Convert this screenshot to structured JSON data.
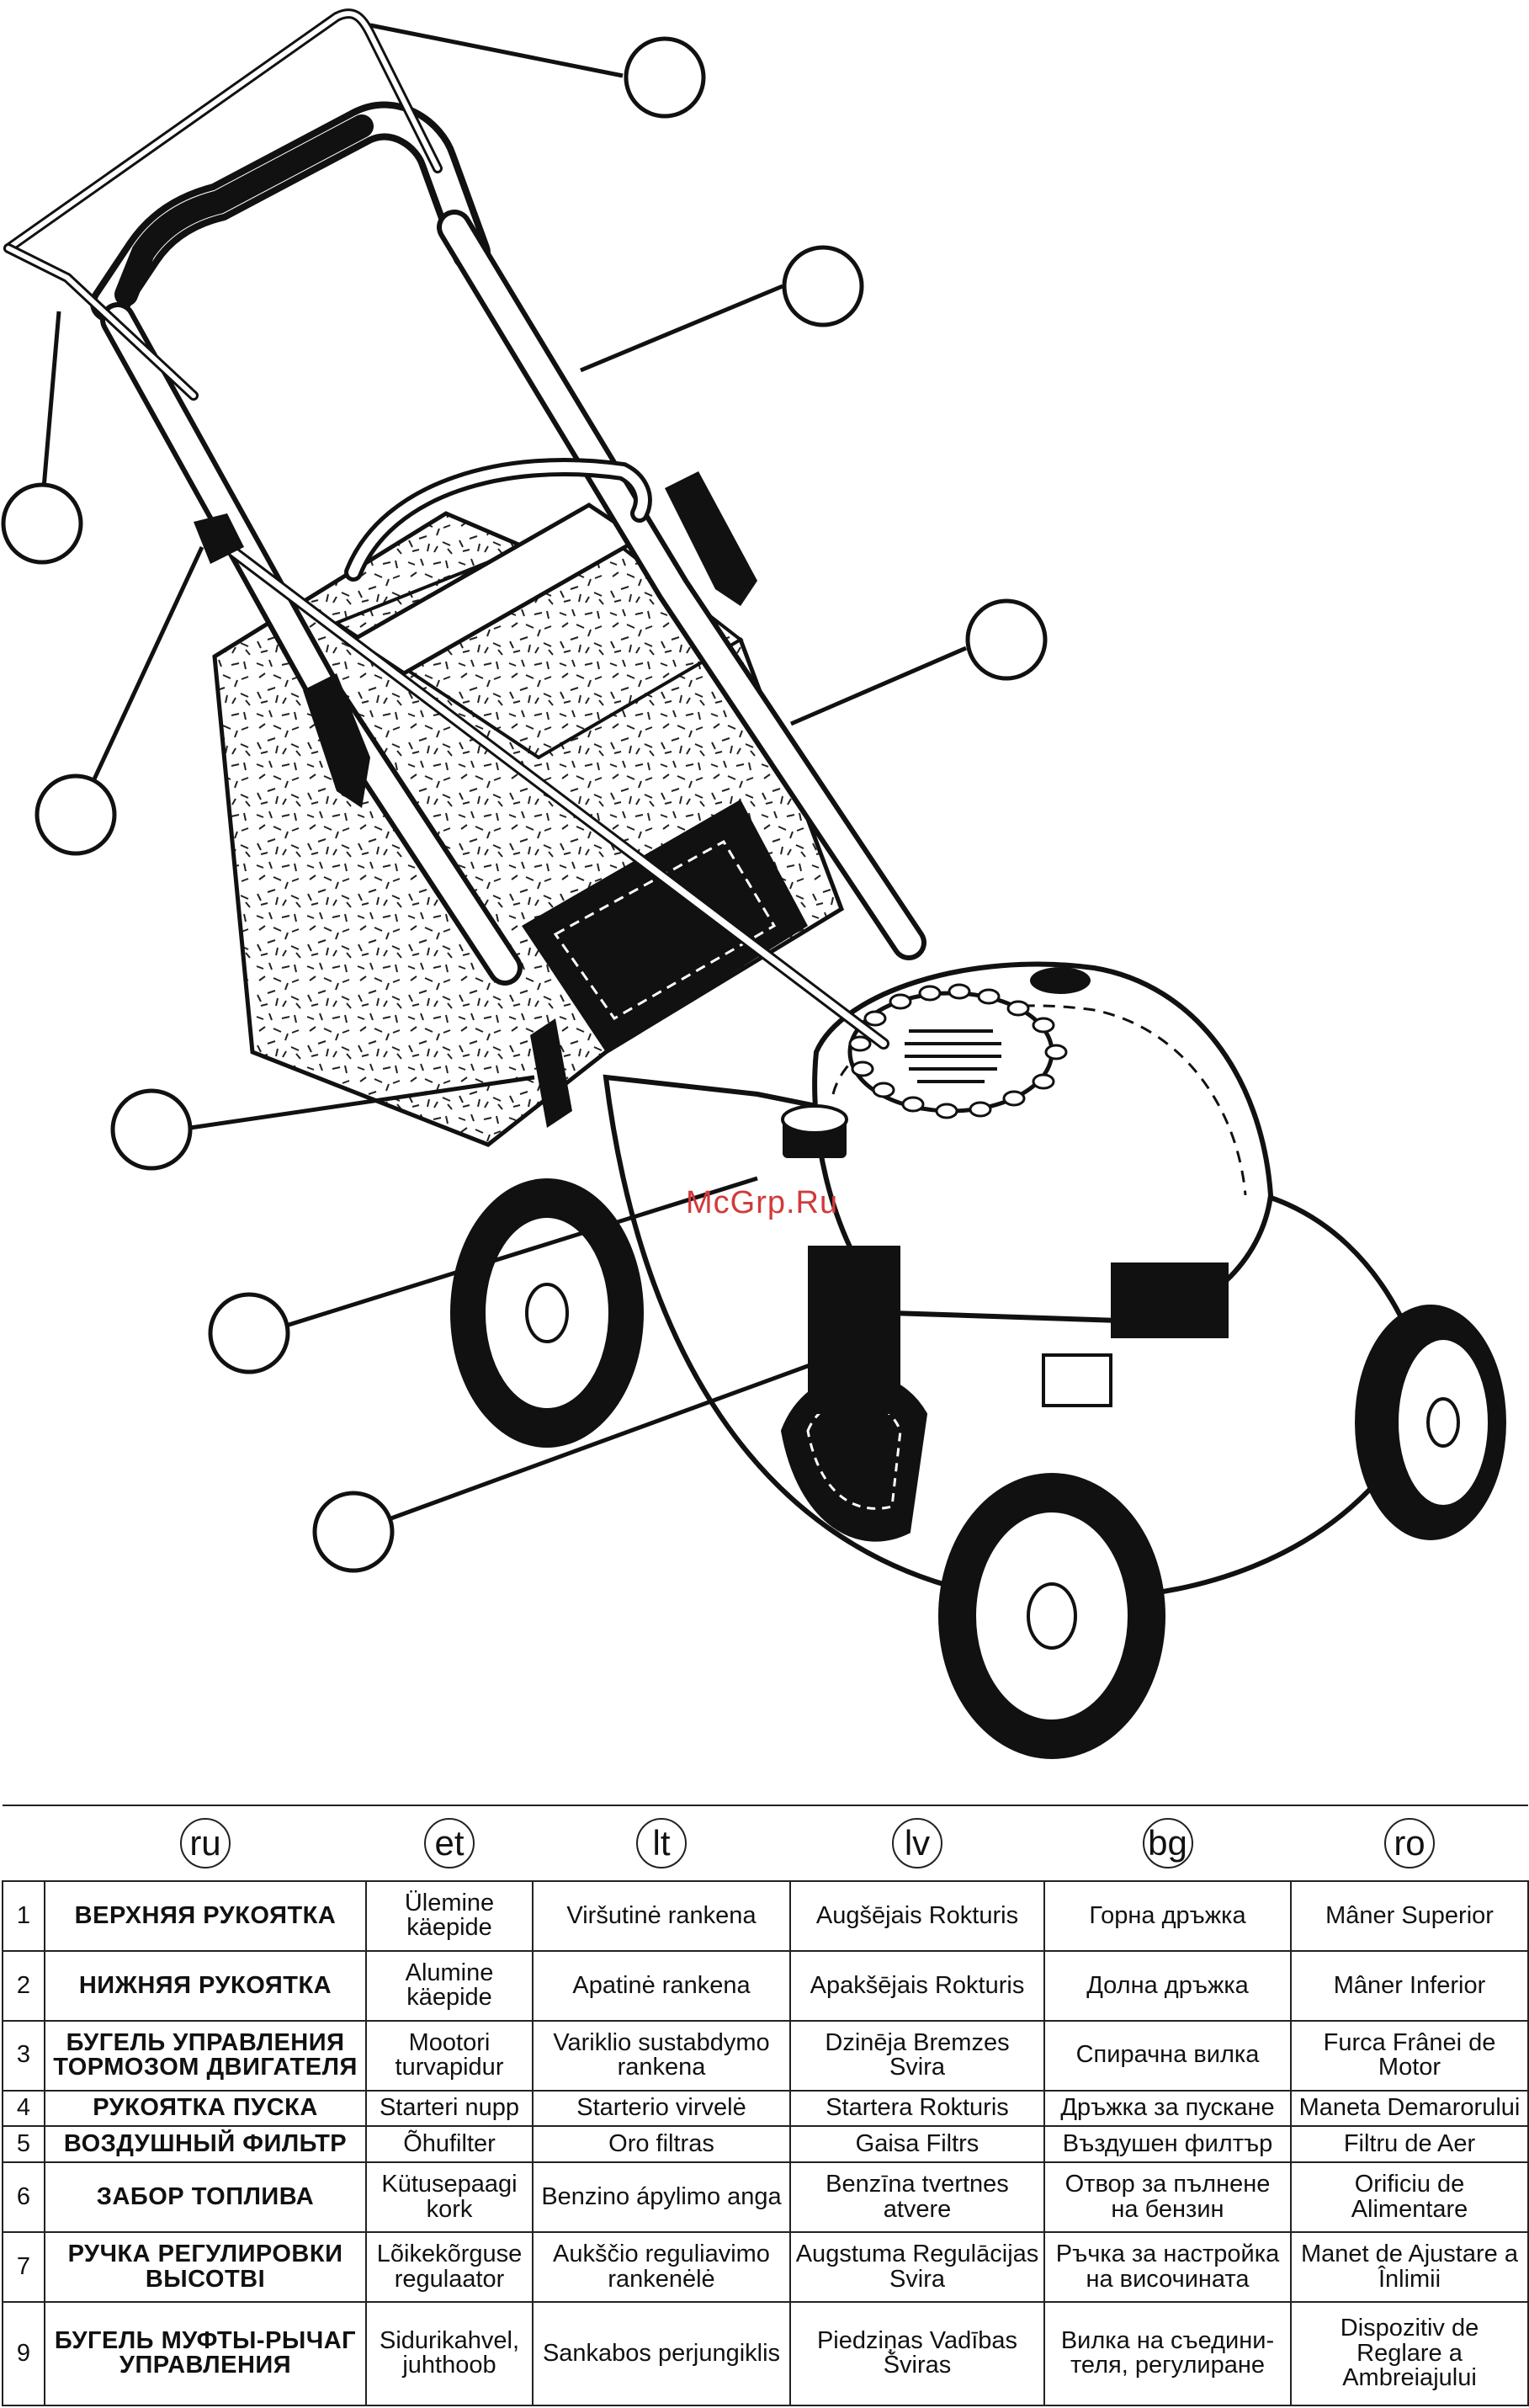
{
  "watermark": "McGrp.Ru",
  "legend": {
    "languages": [
      "ru",
      "et",
      "lt",
      "lv",
      "bg",
      "ro"
    ],
    "rows": [
      {
        "num": "1",
        "ru": "ВЕРХНЯЯ РУКОЯТКА",
        "et": "Ülemine käepide",
        "lt": "Viršutinė rankena",
        "lv": "Augšējais Rokturis",
        "bg": "Горна дръжка",
        "ro": "Mâner Superior"
      },
      {
        "num": "2",
        "ru": "НИЖНЯЯ РУКОЯТКА",
        "et": "Alumine käepide",
        "lt": "Apatinė rankena",
        "lv": "Apakšējais Rokturis",
        "bg": "Долна дръжка",
        "ro": "Mâner Inferior"
      },
      {
        "num": "3",
        "ru": "БУГЕЛЬ УПРАВЛЕНИЯ ТОРМОЗОМ ДВИГАТЕЛЯ",
        "et": "Mootori turvapidur",
        "lt": "Variklio sustabdymo rankena",
        "lv": "Dzinēja Bremzes Svira",
        "bg": "Спирачна вилка",
        "ro": "Furca Frânei de Motor"
      },
      {
        "num": "4",
        "ru": "РУКОЯТКА ПУСКА",
        "et": "Starteri nupp",
        "lt": "Starterio virvelė",
        "lv": "Startera Rokturis",
        "bg": "Дръжка за пускане",
        "ro": "Maneta Demarorului"
      },
      {
        "num": "5",
        "ru": "ВОЗДУШНЫЙ ФИЛЬТР",
        "et": "Õhufilter",
        "lt": "Oro filtras",
        "lv": "Gaisa Filtrs",
        "bg": "Въздушен филтър",
        "ro": "Filtru de Aer"
      },
      {
        "num": "6",
        "ru": "ЗАБОР ТОПЛИВА",
        "et": "Kütusepaagi kork",
        "lt": "Benzino ápylimo anga",
        "lv": "Benzīna tvertnes atvere",
        "bg": "Отвор за пълнене на бензин",
        "ro": "Orificiu de Alimentare"
      },
      {
        "num": "7",
        "ru": "РУЧКА РЕГУЛИРОВКИ ВЫСОТВI",
        "et": "Lõikekõrguse regulaator",
        "lt": "Aukščio reguliavimo rankenėlė",
        "lv": "Augstuma Regulācijas Svira",
        "bg": "Ръчка за настройка на височината",
        "ro": "Manet de Ajustare a Înlimii"
      },
      {
        "num": "9",
        "ru": "БУГЕЛЬ МУФТЫ-РЫЧАГ УПРАВЛЕНИЯ",
        "et": "Sidurikahvel, juhthoob",
        "lt": "Sankabos perjungiklis",
        "lv": "Piedziņas Vadības Šviras",
        "bg": "Вилка на съедини-теля, регулиране",
        "ro": "Dispozitiv de Reglare a Ambreiajului"
      }
    ]
  }
}
